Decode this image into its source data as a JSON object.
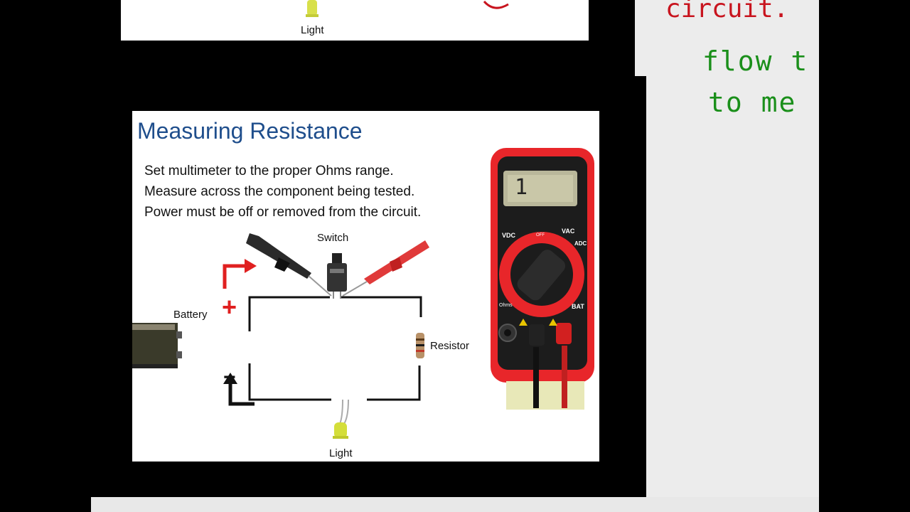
{
  "slide_prev": {
    "light_label": "Light"
  },
  "slide": {
    "title": "Measuring Resistance",
    "bullets": [
      "Set multimeter to the proper Ohms range.",
      "Measure across the component being tested.",
      "Power must be off or removed from the circuit."
    ],
    "labels": {
      "switch": "Switch",
      "battery": "Battery",
      "resistor": "Resistor",
      "light": "Light",
      "plus": "+",
      "minus": "−"
    }
  },
  "multimeter": {
    "display": "1",
    "off": "OFF",
    "vdc": "VDC",
    "vac": "VAC",
    "adc": "ADC",
    "bat": "BAT",
    "ohms": "Ohms"
  },
  "whiteboard": {
    "line1": "circuit.",
    "line2": "flow t",
    "line3": "to me"
  },
  "colors": {
    "title": "#1f4e8c",
    "arrow_red": "#e02020",
    "meter_red": "#e8262a",
    "ink_red": "#c8141e",
    "ink_green": "#1a8f1a"
  }
}
